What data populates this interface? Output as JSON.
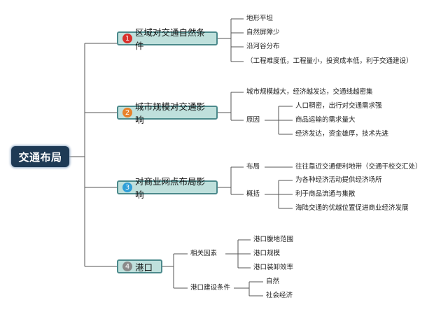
{
  "root": {
    "label": "交通布局"
  },
  "branches": [
    {
      "num": "1",
      "num_color": "#d9302b",
      "label": "区域对交通自然条件",
      "items": [
        "地形平坦",
        "自然屏障少",
        "沿河谷分布"
      ],
      "note": "（工程难度低，工程量小，投资成本低，利于交通建设）"
    },
    {
      "num": "2",
      "num_color": "#e8822a",
      "label": "城市规模对交通影响",
      "item1": "城市规模越大，经济越发达，交通线越密集",
      "reason": {
        "label": "原因",
        "items": [
          "人口稠密，出行对交通需求强",
          "商品运输的需求量大",
          "经济发达，资金雄厚，技术先进"
        ]
      }
    },
    {
      "num": "3",
      "num_color": "#2f9fd8",
      "label": "对商业网点布局影响",
      "layout": {
        "label": "布局",
        "text": "往往靠近交通便利地带（交通干校交汇处）"
      },
      "summary": {
        "label": "概括",
        "items": [
          "为各种经济活动提供经济场所",
          "利于商品流通与集散",
          "海陆交通的优越位置促进商业经济发展"
        ]
      }
    },
    {
      "num": "4",
      "num_color": "#8a8a8a",
      "label": "港口",
      "factors": {
        "label": "相关因素",
        "items": [
          "港口腹地范围",
          "港口规模",
          "港口装卸效率"
        ]
      },
      "conditions": {
        "label": "港口建设条件",
        "items": [
          "自然",
          "社会经济"
        ]
      }
    }
  ]
}
